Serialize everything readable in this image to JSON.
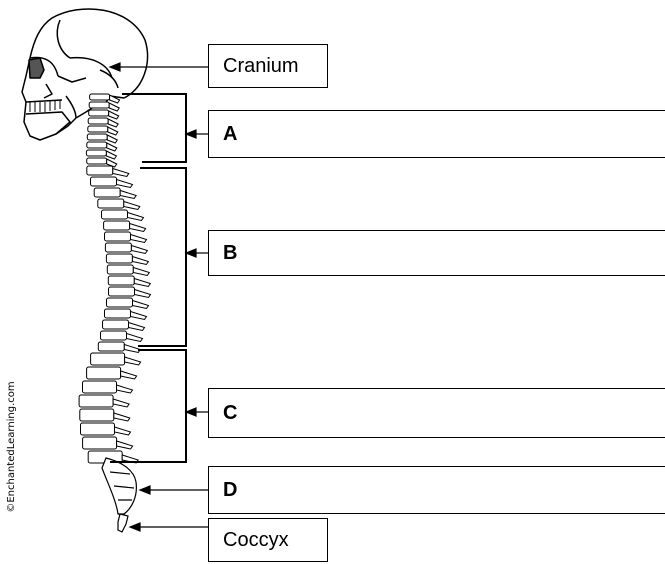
{
  "labels": {
    "cranium": "Cranium",
    "a": "A",
    "b": "B",
    "c": "C",
    "d": "D",
    "coccyx": "Coccyx"
  },
  "credit": "©EnchantedLearning.com",
  "colors": {
    "line": "#000000",
    "fill": "#ffffff",
    "eye_socket": "#555555"
  }
}
